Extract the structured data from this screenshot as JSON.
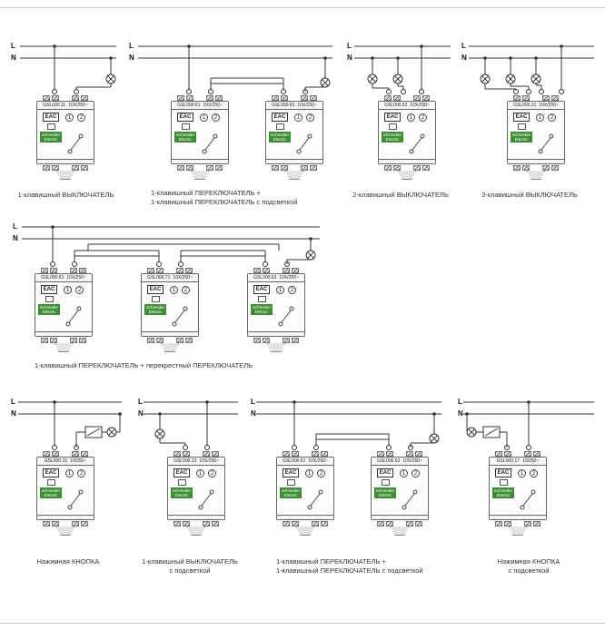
{
  "labels": {
    "l": "L",
    "n": "N"
  },
  "common": {
    "eac": "EAC",
    "brand_line1": "Schneider",
    "brand_line2": "Electric",
    "t1": "1",
    "t2": "2"
  },
  "colors": {
    "brand_green": "#3d8e33",
    "wire": "#333333"
  },
  "diagrams": [
    {
      "caption": [
        "1-клавишный ВЫКЛЮЧАТЕЛЬ"
      ],
      "devices": [
        {
          "model": "GSL000.11",
          "rating": "10X/250~"
        }
      ]
    },
    {
      "caption": [
        "1-клавишный ПЕРЕКЛЮЧАТЕЛЬ +",
        "1-клавишный ПЕРЕКЛЮЧАТЕЛЬ с подсветкой"
      ],
      "devices": [
        {
          "model": "GSL000.61",
          "rating": "10X/250~"
        },
        {
          "model": "GSL000.63",
          "rating": "10X/250~"
        }
      ]
    },
    {
      "caption": [
        "2-клавишный ВЫКЛЮЧАТЕЛЬ"
      ],
      "devices": [
        {
          "model": "GSL000.52",
          "rating": "10X/250~"
        }
      ]
    },
    {
      "caption": [
        "3-клавишный ВЫКЛЮЧАТЕЛЬ"
      ],
      "devices": [
        {
          "model": "GSL000.31",
          "rating": "10X/250~"
        }
      ]
    },
    {
      "caption": [
        "1-клавишный ПЕРЕКЛЮЧАТЕЛЬ + перекрестный ПЕРЕКЛЮЧАТЕЛЬ"
      ],
      "devices": [
        {
          "model": "GSL000.61",
          "rating": "10X/250~"
        },
        {
          "model": "GSL000.71",
          "rating": "10X/250~"
        },
        {
          "model": "GSL000.63",
          "rating": "10X/250~"
        }
      ]
    },
    {
      "caption": [
        "Нажимная КНОПКА"
      ],
      "devices": [
        {
          "model": "GSL000.15",
          "rating": "10/250~"
        }
      ]
    },
    {
      "caption": [
        "1-клавишный ВЫКЛЮЧАТЕЛЬ",
        "с подсветкой"
      ],
      "devices": [
        {
          "model": "GSL000.13",
          "rating": "10X/250~"
        }
      ]
    },
    {
      "caption": [
        "1-клавишный ПЕРЕКЛЮЧАТЕЛЬ +",
        "1-клавишный ПЕРЕКЛЮЧАТЕЛЬ с подсветкой"
      ],
      "devices": [
        {
          "model": "GSL000.61",
          "rating": "10X/250~"
        },
        {
          "model": "GSL000.63",
          "rating": "10X/250~"
        }
      ]
    },
    {
      "caption": [
        "Нажимная КНОПКА",
        "с подсветкой"
      ],
      "devices": [
        {
          "model": "GSL000.17",
          "rating": "10/250~"
        }
      ]
    }
  ]
}
